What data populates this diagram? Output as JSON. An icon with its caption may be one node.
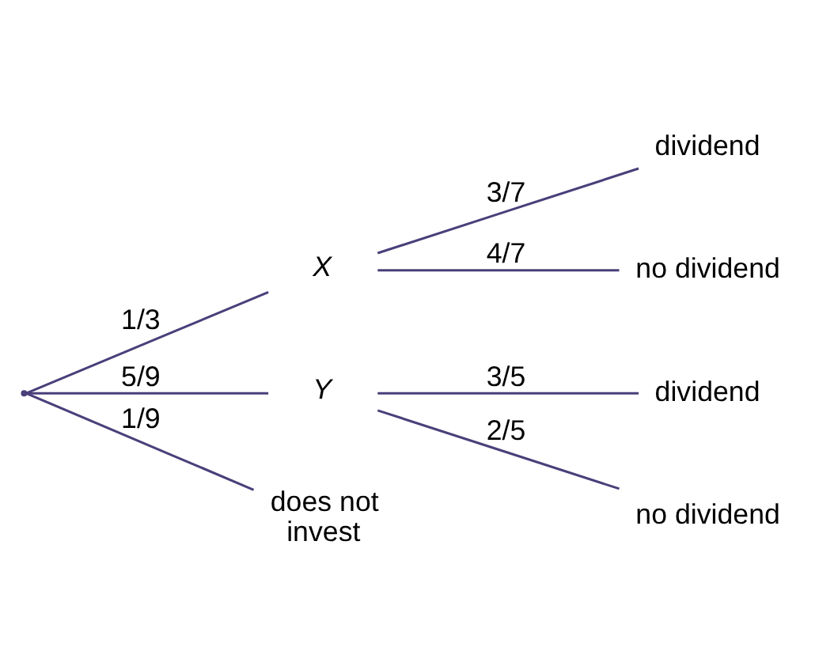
{
  "diagram": {
    "nodes": [
      {
        "text": [],
        "shape": "point"
      },
      {
        "text": [
          "X"
        ]
      },
      {
        "text": [
          "Y"
        ]
      },
      {
        "text": [
          "does not invest"
        ]
      },
      {
        "text": [
          "dividend"
        ]
      },
      {
        "text": [
          "no dividend"
        ]
      },
      {
        "text": [
          "dividend"
        ]
      },
      {
        "text": [
          "no dividend"
        ]
      }
    ],
    "edges": [
      {
        "from": 0,
        "to": 1,
        "arrow": "none",
        "label": "1/3"
      },
      {
        "from": 0,
        "to": 2,
        "arrow": "none",
        "label": "5/9"
      },
      {
        "from": 0,
        "to": 3,
        "arrow": "none",
        "label": "1/9"
      },
      {
        "from": 1,
        "to": 4,
        "arrow": "none",
        "label": "3/7"
      },
      {
        "from": 1,
        "to": 5,
        "arrow": "none",
        "label": "4/7"
      },
      {
        "from": 2,
        "to": 6,
        "arrow": "none",
        "label": "3/5"
      },
      {
        "from": 2,
        "to": 7,
        "arrow": "none",
        "label": "2/5"
      }
    ]
  }
}
